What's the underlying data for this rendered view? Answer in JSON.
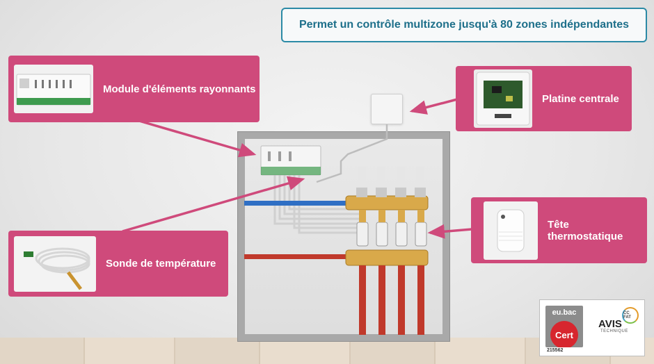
{
  "banner": {
    "text": "Permet un contrôle multizone jusqu'à 80 zones indépendantes"
  },
  "callouts": {
    "module": "Module d'éléments rayonnants",
    "platine": "Platine centrale",
    "tete": "Tête thermostatique",
    "sonde": "Sonde de température"
  },
  "certification": {
    "eubac_title": "eu.bac",
    "eubac_mark": "Cert",
    "number": "215562",
    "avis_title": "AVIS",
    "avis_subtitle": "TECHNIQUE",
    "cstb_text": "CC FAT"
  },
  "colors": {
    "callout": "#cf4a7b",
    "banner_border": "#2b8aa6",
    "banner_text": "#1d6f8a",
    "pipe_hot": "#c0392b",
    "pipe_cold": "#2f6fc4",
    "brass": "#d9a94a"
  }
}
